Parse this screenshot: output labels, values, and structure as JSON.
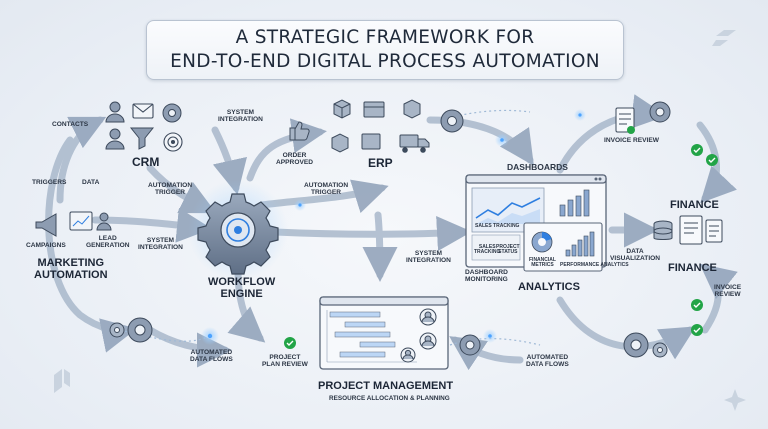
{
  "title": {
    "line1": "A STRATEGIC FRAMEWORK FOR",
    "line2": "END-TO-END DIGITAL PROCESS AUTOMATION"
  },
  "nodes": {
    "crm": "CRM",
    "erp": "ERP",
    "marketing_line1": "MARKETING",
    "marketing_line2": "AUTOMATION",
    "workflow_line1": "WORKFLOW",
    "workflow_line2": "ENGINE",
    "analytics": "ANALYTICS",
    "dashboards": "DASHBOARDS",
    "finance_top": "FINANCE",
    "finance_mid": "FINANCE",
    "project_management": "PROJECT MANAGEMENT",
    "project_subtitle": "RESOURCE ALLOCATION & PLANNING"
  },
  "labels": {
    "contacts": "CONTACTS",
    "triggers": "TRIGGERS",
    "data": "DATA",
    "campaigns": "CAMPAIGNS",
    "lead_generation_1": "LEAD",
    "lead_generation_2": "GENERATION",
    "system_integration_top_1": "SYSTEM",
    "system_integration_top_2": "INTEGRATION",
    "order_approved_1": "ORDER",
    "order_approved_2": "APPROVED",
    "automation_trigger_left_1": "AUTOMATION",
    "automation_trigger_left_2": "TRIGGER",
    "automation_trigger_right_1": "AUTOMATION",
    "automation_trigger_right_2": "TRIGGER",
    "system_integration_left_1": "SYSTEM",
    "system_integration_left_2": "INTEGRATION",
    "system_integration_mid_1": "SYSTEM",
    "system_integration_mid_2": "INTEGRATION",
    "dashboard_monitoring_1": "DASHBOARD",
    "dashboard_monitoring_2": "MONITORING",
    "sales_tracking_chart": "SALES TRACKING",
    "sales_tracking_1": "SALES",
    "sales_tracking_2": "TRACKING",
    "project_status_1": "PROJECT",
    "project_status_2": "STATUS",
    "financial_metrics_1": "FINANCIAL",
    "financial_metrics_2": "METRICS",
    "performance_analytics": "PERFORMANCE ANALYTICS",
    "data_visualization_1": "DATA",
    "data_visualization_2": "VISUALIZATION",
    "invoice_review_top": "INVOICE REVIEW",
    "invoice_review_right_1": "INVOICE",
    "invoice_review_right_2": "REVIEW",
    "automated_data_flows_left_1": "AUTOMATED",
    "automated_data_flows_left_2": "DATA FLOWS",
    "automated_data_flows_right_1": "AUTOMATED",
    "automated_data_flows_right_2": "DATA FLOWS",
    "project_plan_review_1": "PROJECT",
    "project_plan_review_2": "PLAN REVIEW"
  },
  "colors": {
    "stroke": "#4a5568",
    "arrow": "#9fb0c6",
    "accent_blue": "#3b82f6",
    "check_green": "#22a447",
    "gear_fill": "#7e8ea6",
    "background": "#eef2f7"
  },
  "icons": [
    "person-icon",
    "mail-icon",
    "gear-icon",
    "funnel-icon",
    "target-icon",
    "thumbs-up-icon",
    "box-icon",
    "truck-icon",
    "megaphone-icon",
    "chart-icon",
    "database-icon",
    "invoice-icon",
    "checkmark-icon",
    "server-icon"
  ]
}
